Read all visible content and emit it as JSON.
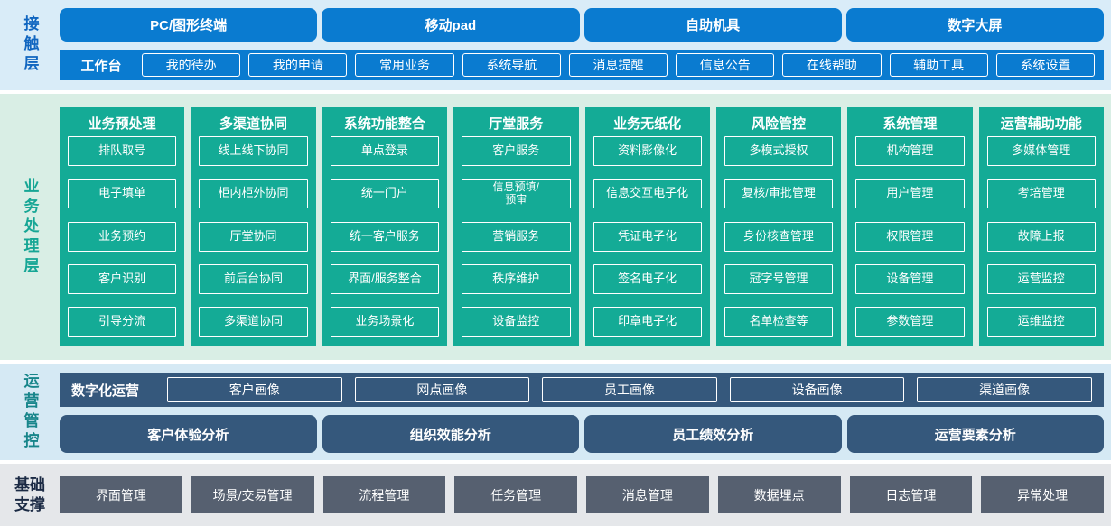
{
  "colors": {
    "blue": "#0a7bd0",
    "teal": "#14ab96",
    "dark_blue": "#35587c",
    "slate_gray": "#566070",
    "contact_bg": "#d9ecf8",
    "business_bg": "#d9eee5",
    "operations_bg": "#d5e9f4",
    "foundation_bg": "#e5e7ea",
    "contact_label": "#1166c0",
    "business_label": "#16a695",
    "operations_label": "#17858a",
    "foundation_label": "#1b2a44"
  },
  "contact": {
    "label": "接触层",
    "terminals": [
      "PC/图形终端",
      "移动pad",
      "自助机具",
      "数字大屏"
    ],
    "workbench": {
      "label": "工作台",
      "items": [
        "我的待办",
        "我的申请",
        "常用业务",
        "系统导航",
        "消息提醒",
        "信息公告",
        "在线帮助",
        "辅助工具",
        "系统设置"
      ]
    }
  },
  "business": {
    "label": "业务处理层",
    "columns": [
      {
        "title": "业务预处理",
        "items": [
          "排队取号",
          "电子填单",
          "业务预约",
          "客户识别",
          "引导分流"
        ]
      },
      {
        "title": "多渠道协同",
        "items": [
          "线上线下协同",
          "柜内柜外协同",
          "厅堂协同",
          "前后台协同",
          "多渠道协同"
        ]
      },
      {
        "title": "系统功能整合",
        "items": [
          "单点登录",
          "统一门户",
          "统一客户服务",
          "界面/服务整合",
          "业务场景化"
        ]
      },
      {
        "title": "厅堂服务",
        "items": [
          "客户服务",
          "信息预填/\n预审",
          "营销服务",
          "秩序维护",
          "设备监控"
        ]
      },
      {
        "title": "业务无纸化",
        "items": [
          "资料影像化",
          "信息交互电子化",
          "凭证电子化",
          "签名电子化",
          "印章电子化"
        ]
      },
      {
        "title": "风险管控",
        "items": [
          "多模式授权",
          "复核/审批管理",
          "身份核查管理",
          "冠字号管理",
          "名单检查等"
        ]
      },
      {
        "title": "系统管理",
        "items": [
          "机构管理",
          "用户管理",
          "权限管理",
          "设备管理",
          "参数管理"
        ]
      },
      {
        "title": "运营辅助功能",
        "items": [
          "多媒体管理",
          "考培管理",
          "故障上报",
          "运营监控",
          "运维监控"
        ]
      }
    ]
  },
  "operations": {
    "label": "运营管控",
    "digital": {
      "label": "数字化运营",
      "items": [
        "客户画像",
        "网点画像",
        "员工画像",
        "设备画像",
        "渠道画像"
      ]
    },
    "analysis": [
      "客户体验分析",
      "组织效能分析",
      "员工绩效分析",
      "运营要素分析"
    ]
  },
  "foundation": {
    "label": "基础支撑",
    "items": [
      "界面管理",
      "场景/交易管理",
      "流程管理",
      "任务管理",
      "消息管理",
      "数据埋点",
      "日志管理",
      "异常处理"
    ]
  }
}
